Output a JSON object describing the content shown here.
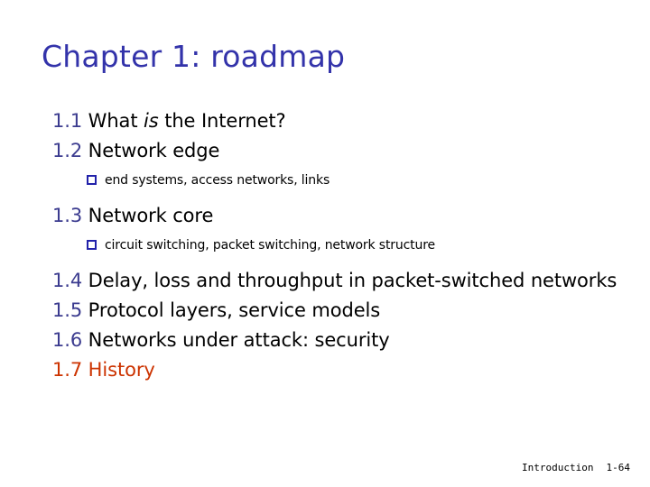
{
  "slide": {
    "title": "Chapter 1: roadmap",
    "title_color": "#3333AA",
    "background_color": "#ffffff",
    "number_color": "#3B3B8F",
    "accent_color": "#CC3300",
    "bullet_color": "#2222AA",
    "body_color": "#000000"
  },
  "outline": [
    {
      "level": 1,
      "number": "1.1",
      "text_before_italic": " What ",
      "italic": "is",
      "text_after_italic": " the Internet?",
      "full_text": "1.1 What is the Internet?",
      "accent": false
    },
    {
      "level": 1,
      "number": "1.2",
      "text": " Network edge",
      "full_text": "1.2 Network edge",
      "accent": false
    },
    {
      "level": 2,
      "bullet": "hollow-square-bullet",
      "text": "end systems, access networks, links"
    },
    {
      "level": 1,
      "number": "1.3",
      "text": " Network core",
      "full_text": "1.3 Network core",
      "accent": false
    },
    {
      "level": 2,
      "bullet": "hollow-square-bullet",
      "text": "circuit switching, packet switching, network structure"
    },
    {
      "level": 1,
      "number": "1.4",
      "text": " Delay, loss and throughput in packet-switched networks",
      "full_text": "1.4 Delay, loss and throughput in packet-switched networks",
      "accent": false
    },
    {
      "level": 1,
      "number": "1.5",
      "text": " Protocol layers, service models",
      "full_text": "1.5 Protocol layers, service models",
      "accent": false
    },
    {
      "level": 1,
      "number": "1.6",
      "text": " Networks under attack: security",
      "full_text": "1.6 Networks under attack: security",
      "accent": false
    },
    {
      "level": 1,
      "number": "1.7",
      "text": " History",
      "full_text": "1.7 History",
      "accent": true
    }
  ],
  "footer": {
    "label": "Introduction",
    "page": "1-64"
  }
}
